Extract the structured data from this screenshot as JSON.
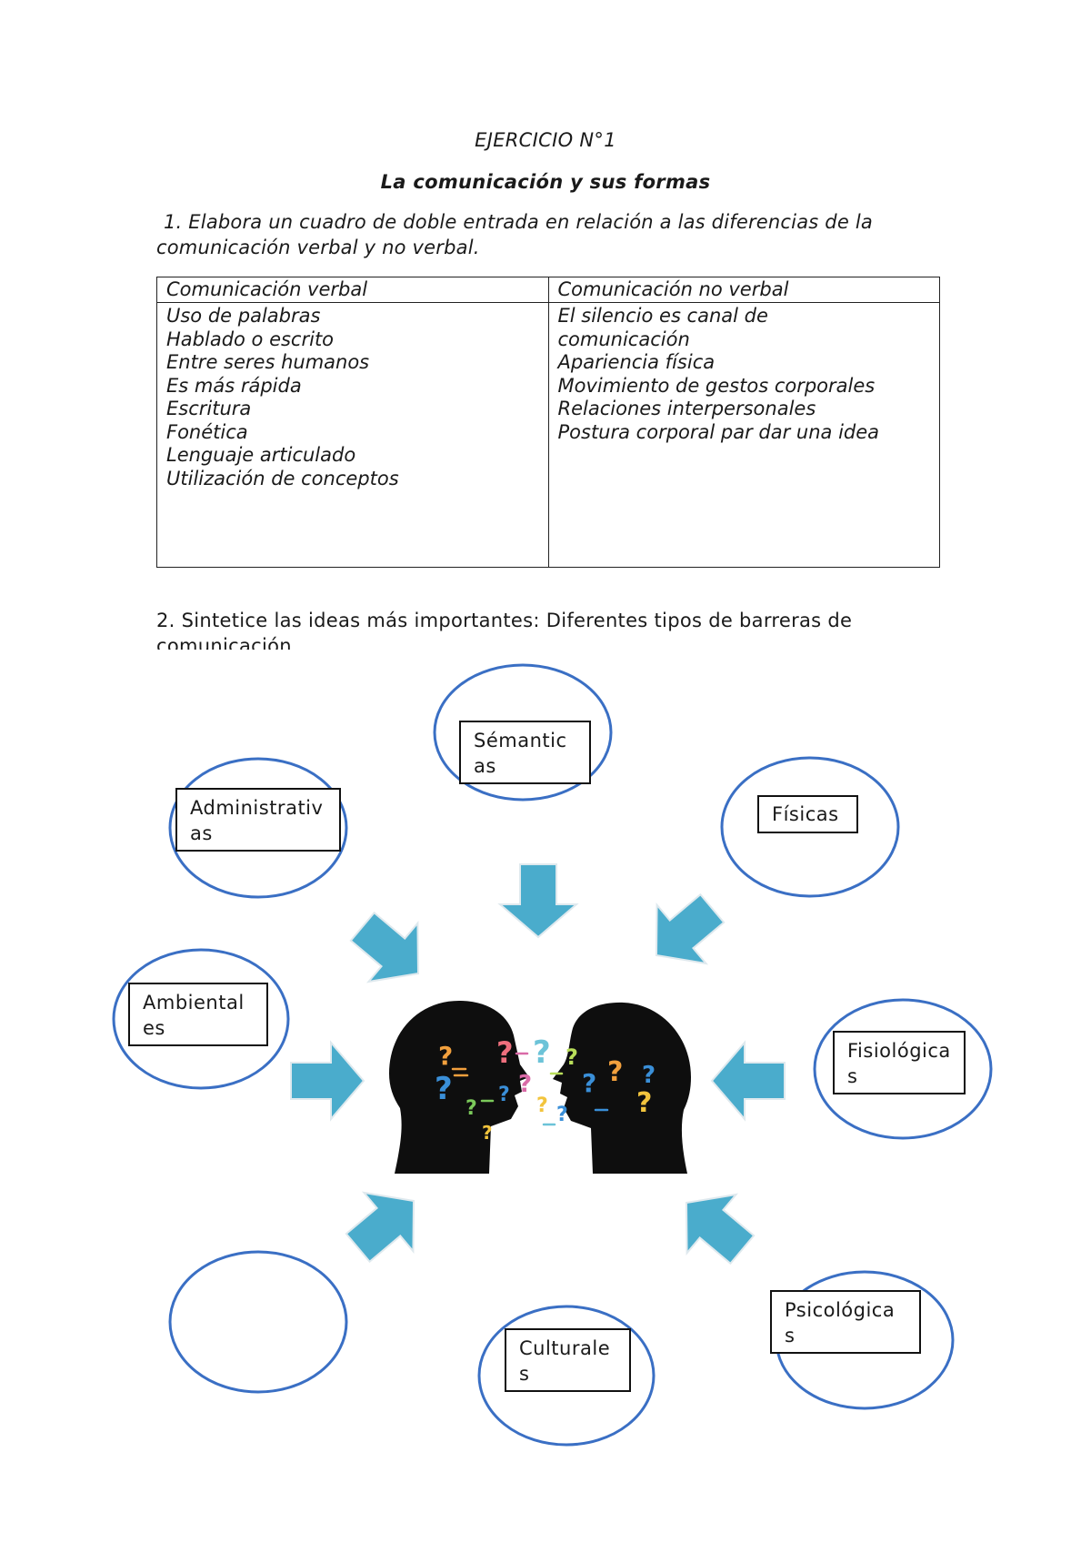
{
  "document": {
    "title": "EJERCICIO N°1",
    "subtitle": "La comunicación y sus formas",
    "question1": {
      "line1": "1. Elabora un cuadro de doble entrada en relación a las diferencias de la",
      "line2": "comunicación verbal y no verbal."
    },
    "table": {
      "headers": [
        "Comunicación verbal",
        "Comunicación no verbal"
      ],
      "verbal": [
        "Uso de palabras",
        "Hablado o escrito",
        "Entre seres humanos",
        "Es más rápida",
        "Escritura",
        "Fonética",
        "Lenguaje articulado",
        "Utilización de conceptos"
      ],
      "no_verbal": [
        "El silencio es canal de",
        "comunicación",
        "Apariencia física",
        "Movimiento de gestos corporales",
        "Relaciones interpersonales",
        "Postura corporal par dar una idea"
      ]
    },
    "question2": {
      "line1": "2. Sintetice las ideas más importantes: Diferentes tipos de barreras de",
      "line2": "comunicación"
    }
  },
  "diagram": {
    "barriers": {
      "semanticas": [
        "Sémantic",
        "as"
      ],
      "administrativas": [
        "Administrativ",
        "as"
      ],
      "fisicas": [
        "Físicas"
      ],
      "ambientales": [
        "Ambiental",
        "es"
      ],
      "fisiologicas": [
        "Fisiológica",
        "s"
      ],
      "psicologicas": [
        "Psicológica",
        "s"
      ],
      "culturales": [
        "Culturale",
        "s"
      ]
    },
    "center_image": "two-heads-question-marks-illustration",
    "colors": {
      "ellipse_stroke": "#3a6fc4",
      "arrow_fill": "#4aaccc",
      "box_border": "#111111"
    }
  }
}
